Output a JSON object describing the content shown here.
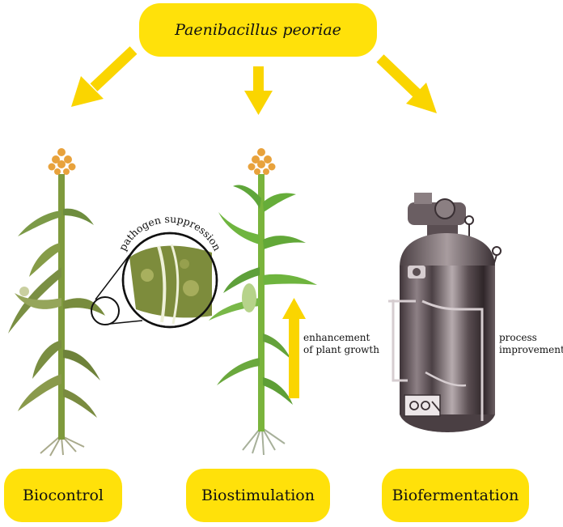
{
  "title": "Paenibacillus peoriae",
  "branches": [
    {
      "label": "Biocontrol"
    },
    {
      "label": "Biostimulation"
    },
    {
      "label": "Biofermentation"
    }
  ],
  "annotations": {
    "pathogen": "pathogen suppression",
    "growth_line1": "enhancement",
    "growth_line2": "of plant growth",
    "process_line1": "process",
    "process_line2": "improvement"
  },
  "colors": {
    "accent_yellow": "#ffe10a",
    "arrow_yellow": "#fad500",
    "leaf_green": "#7dbf3a",
    "tassel_orange": "#e8a23c",
    "tank_grey": "#6a5e62"
  }
}
